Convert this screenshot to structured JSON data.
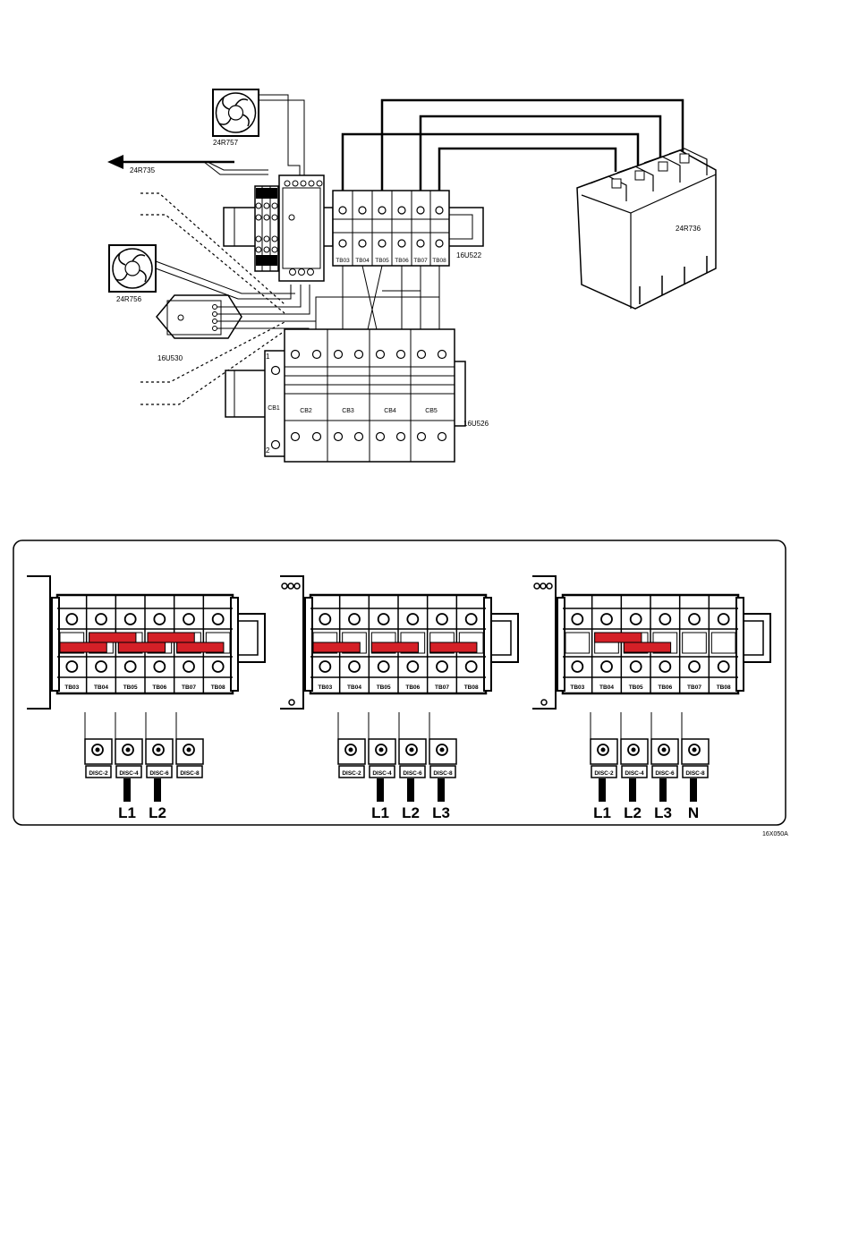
{
  "top": {
    "fan_top_label": "24R757",
    "fan_bottom_label": "24R756",
    "arrow_label": "24R735",
    "filter_label": "16U530",
    "terminal_strip_label": "16U522",
    "breaker_strip_label": "16U526",
    "contactor_label": "24R736",
    "terminals": [
      "TB03",
      "TB04",
      "TB05",
      "TB06",
      "TB07",
      "TB08"
    ],
    "breakers": [
      "CB1",
      "CB2",
      "CB3",
      "CB4",
      "CB5"
    ],
    "breaker_numbers": [
      "1",
      "2"
    ]
  },
  "bottom": {
    "terminals": [
      "TB03",
      "TB04",
      "TB05",
      "TB06",
      "TB07",
      "TB08"
    ],
    "disconnects": [
      "DISC-2",
      "DISC-4",
      "DISC-6",
      "DISC-8"
    ],
    "panels": [
      {
        "lines": [
          "L1",
          "L2"
        ],
        "jumper_pattern": "two-pole"
      },
      {
        "lines": [
          "L1",
          "L2",
          "L3"
        ],
        "jumper_pattern": "three-pole"
      },
      {
        "lines": [
          "L1",
          "L2",
          "L3",
          "N"
        ],
        "jumper_pattern": "three-pole-neutral"
      }
    ]
  },
  "figure_code": "16X050A",
  "colors": {
    "jumper": "#d42027",
    "line": "#000000"
  }
}
